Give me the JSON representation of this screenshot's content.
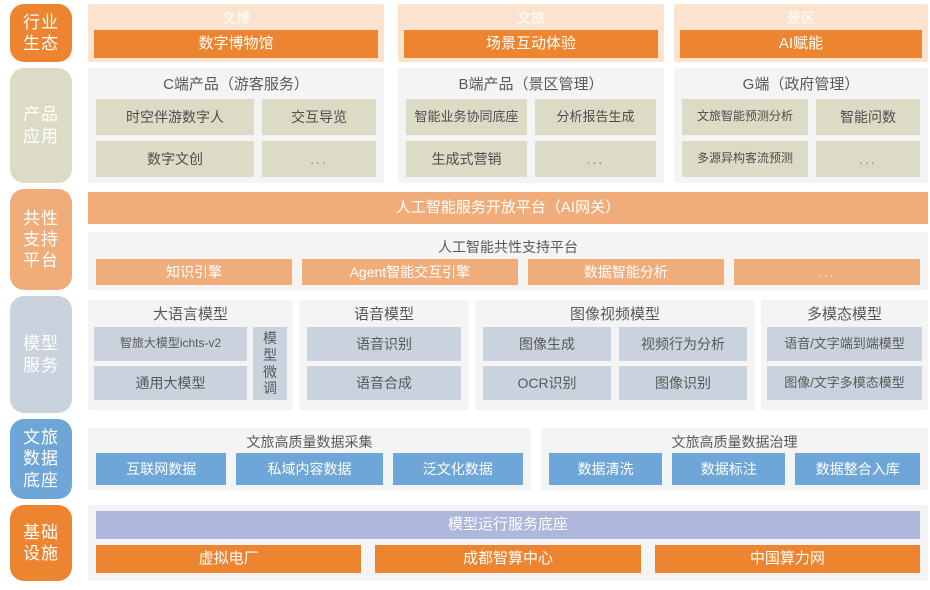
{
  "rail": [
    {
      "label_lines": [
        "行业",
        "生态"
      ],
      "color": "#ec8430"
    },
    {
      "label_lines": [
        "产品",
        "应用"
      ],
      "color": "#dcdcc6"
    },
    {
      "label_lines": [
        "共性",
        "支持",
        "平台"
      ],
      "color": "#f0ad7a"
    },
    {
      "label_lines": [
        "模型",
        "服务"
      ],
      "color": "#c9d2dd"
    },
    {
      "label_lines": [
        "文旅",
        "数据",
        "底座"
      ],
      "color": "#6ea7d7"
    },
    {
      "label_lines": [
        "基础",
        "设施"
      ],
      "color": "#ec8430"
    }
  ],
  "industry_ecosystem": {
    "columns": [
      {
        "header": "文博",
        "item": "数字博物馆"
      },
      {
        "header": "文旅",
        "item": "场景互动体验"
      },
      {
        "header": "景区",
        "item": "AI赋能"
      }
    ]
  },
  "product_application": {
    "columns": [
      {
        "title": "C端产品（游客服务）",
        "items": [
          "时空伴游数字人",
          "交互导览",
          "数字文创",
          "..."
        ]
      },
      {
        "title": "B端产品（景区管理）",
        "items": [
          "智能业务协同底座",
          "分析报告生成",
          "生成式营销",
          "..."
        ]
      },
      {
        "title": "G端（政府管理）",
        "items": [
          "文旅智能预测分析",
          "智能问数",
          "多源异构客流预测",
          "..."
        ]
      }
    ]
  },
  "common_support_platform": {
    "gateway_bar": "人工智能服务开放平台（AI网关）",
    "platform_title": "人工智能共性支持平台",
    "engines": [
      "知识引擎",
      "Agent智能交互引擎",
      "数据智能分析",
      "..."
    ]
  },
  "model_service": {
    "groups": [
      {
        "title": "大语言模型",
        "items": [
          "智旅大模型ichts-v2",
          "通用大模型"
        ],
        "side_item": "模型微调"
      },
      {
        "title": "语音模型",
        "items": [
          "语音识别",
          "语音合成"
        ]
      },
      {
        "title": "图像视频模型",
        "items": [
          "图像生成",
          "视频行为分析",
          "OCR识别",
          "图像识别"
        ]
      },
      {
        "title": "多模态模型",
        "items": [
          "语音/文字端到端模型",
          "图像/文字多模态模型"
        ]
      }
    ]
  },
  "data_foundation": {
    "groups": [
      {
        "title": "文旅高质量数据采集",
        "items": [
          "互联网数据",
          "私域内容数据",
          "泛文化数据"
        ]
      },
      {
        "title": "文旅高质量数据治理",
        "items": [
          "数据清洗",
          "数据标注",
          "数据整合入库"
        ]
      }
    ]
  },
  "infrastructure": {
    "runtime_bar": "模型运行服务底座",
    "items": [
      "虚拟电厂",
      "成都智算中心",
      "中国算力网"
    ]
  }
}
